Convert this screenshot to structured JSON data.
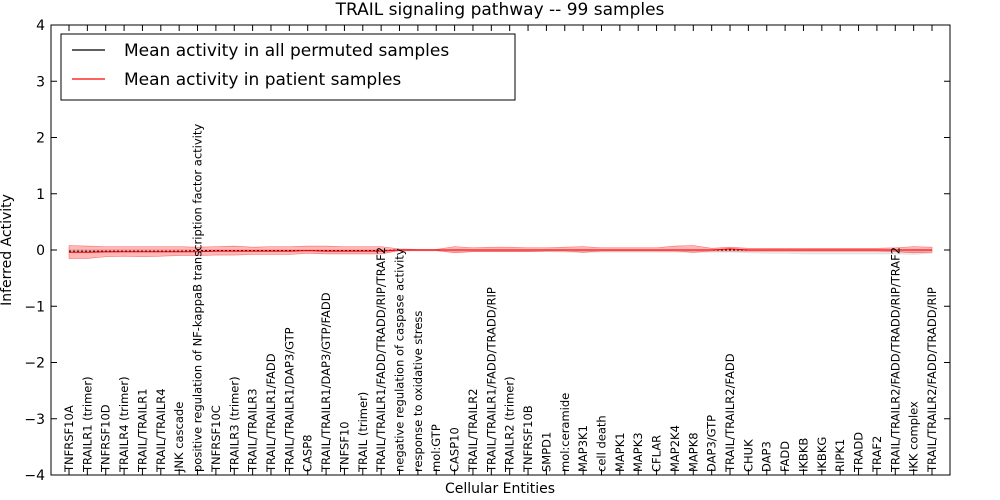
{
  "chart_data": {
    "type": "line",
    "title": "TRAIL signaling pathway -- 99 samples",
    "xlabel": "Cellular Entities",
    "ylabel": "Inferred Activity",
    "ylim": [
      -4,
      4
    ],
    "yticks": [
      -4,
      -3,
      -2,
      -1,
      0,
      1,
      2,
      3,
      4
    ],
    "grid": false,
    "legend_position": "top-left",
    "categories": [
      "TNFRSF10A",
      "TRAILR1 (trimer)",
      "TNFRSF10D",
      "TRAILR4 (trimer)",
      "TRAIL/TRAILR1",
      "TRAIL/TRAILR4",
      "JNK cascade",
      "positive regulation of NF-kappaB transcription factor activity",
      "TNFRSF10C",
      "TRAILR3 (trimer)",
      "TRAIL/TRAILR3",
      "TRAIL/TRAILR1/FADD",
      "TRAIL/TRAILR1/DAP3/GTP",
      "CASP8",
      "TRAIL/TRAILR1/DAP3/GTP/FADD",
      "TNFSF10",
      "TRAIL (trimer)",
      "TRAIL/TRAILR1/FADD/TRADD/RIP/TRAF2",
      "negative regulation of caspase activity",
      "response to oxidative stress",
      "mol:GTP",
      "CASP10",
      "TRAIL/TRAILR2",
      "TRAIL/TRAILR1/FADD/TRADD/RIP",
      "TRAILR2 (trimer)",
      "TNFRSF10B",
      "SMPD1",
      "mol:ceramide",
      "MAP3K1",
      "cell death",
      "MAPK1",
      "MAPK3",
      "CFLAR",
      "MAP2K4",
      "MAPK8",
      "DAP3/GTP",
      "TRAIL/TRAILR2/FADD",
      "CHUK",
      "DAP3",
      "FADD",
      "IKBKB",
      "IKBKG",
      "RIPK1",
      "TRADD",
      "TRAF2",
      "TRAIL/TRAILR2/FADD/TRADD/RIP/TRAF2",
      "IKK complex",
      "TRAIL/TRAILR2/FADD/TRADD/RIP"
    ],
    "series": [
      {
        "name": "Mean activity in all permuted samples",
        "color": "#000000",
        "values": [
          -0.02,
          -0.02,
          -0.02,
          -0.02,
          -0.02,
          -0.02,
          -0.02,
          -0.01,
          -0.01,
          -0.01,
          -0.01,
          -0.01,
          -0.01,
          -0.01,
          -0.01,
          -0.01,
          -0.01,
          -0.01,
          0,
          0,
          0,
          0,
          0,
          0,
          0,
          0,
          0,
          0,
          0,
          0,
          0,
          0,
          0,
          0,
          0,
          0,
          0,
          0,
          0,
          0,
          0,
          0,
          0,
          0,
          0,
          0,
          0,
          0
        ],
        "band_lower": [
          -0.05,
          -0.05,
          -0.05,
          -0.04,
          -0.04,
          -0.04,
          -0.04,
          -0.03,
          -0.03,
          -0.03,
          -0.03,
          -0.03,
          -0.03,
          -0.03,
          -0.03,
          -0.03,
          -0.03,
          -0.03,
          -0.02,
          -0.02,
          -0.02,
          -0.03,
          -0.03,
          -0.03,
          -0.03,
          -0.03,
          -0.03,
          -0.04,
          -0.05,
          -0.04,
          -0.04,
          -0.04,
          -0.04,
          -0.04,
          -0.05,
          -0.04,
          -0.04,
          -0.05,
          -0.06,
          -0.06,
          -0.07,
          -0.07,
          -0.07,
          -0.07,
          -0.07,
          -0.07,
          -0.08,
          -0.06
        ],
        "band_upper": [
          0.01,
          0.01,
          0.01,
          0.01,
          0.01,
          0.01,
          0.01,
          0.01,
          0.01,
          0.01,
          0.01,
          0.01,
          0.01,
          0.01,
          0.01,
          0.01,
          0.01,
          0.01,
          0.01,
          0.01,
          0.01,
          0.01,
          0.01,
          0.01,
          0.01,
          0.01,
          0.01,
          0.01,
          0.01,
          0.01,
          0.01,
          0.01,
          0.01,
          0.01,
          0.01,
          0.01,
          0.01,
          0.01,
          0.01,
          0.01,
          0.01,
          0.01,
          0.01,
          0.01,
          0.01,
          0.01,
          0.01,
          0.01
        ]
      },
      {
        "name": "Mean activity in patient samples",
        "color": "#ff0000",
        "values": [
          -0.04,
          -0.04,
          -0.03,
          -0.03,
          -0.03,
          -0.03,
          -0.03,
          -0.03,
          -0.02,
          -0.02,
          -0.02,
          -0.02,
          -0.02,
          -0.01,
          -0.02,
          -0.02,
          -0.02,
          -0.02,
          0,
          0,
          0,
          0,
          0,
          0,
          0,
          0,
          0,
          0,
          0,
          0,
          0,
          0,
          0,
          0,
          0,
          0,
          0.02,
          0,
          0,
          0,
          0,
          0,
          0,
          0,
          0,
          0,
          0,
          0
        ],
        "band_lower": [
          -0.15,
          -0.15,
          -0.12,
          -0.11,
          -0.12,
          -0.11,
          -0.1,
          -0.1,
          -0.09,
          -0.09,
          -0.08,
          -0.08,
          -0.08,
          -0.06,
          -0.07,
          -0.07,
          -0.07,
          -0.07,
          -0.01,
          -0.01,
          -0.01,
          -0.05,
          -0.03,
          -0.03,
          -0.03,
          -0.03,
          -0.02,
          -0.02,
          -0.04,
          -0.02,
          -0.02,
          -0.02,
          -0.02,
          -0.02,
          -0.04,
          -0.02,
          -0.02,
          -0.02,
          -0.02,
          -0.02,
          -0.02,
          -0.02,
          -0.02,
          -0.02,
          -0.02,
          -0.03,
          -0.05,
          -0.04
        ],
        "band_upper": [
          0.08,
          0.07,
          0.06,
          0.06,
          0.06,
          0.06,
          0.06,
          0.05,
          0.06,
          0.07,
          0.05,
          0.06,
          0.06,
          0.07,
          0.07,
          0.06,
          0.06,
          0.06,
          0.02,
          0.01,
          0.01,
          0.06,
          0.04,
          0.05,
          0.05,
          0.04,
          0.04,
          0.05,
          0.06,
          0.04,
          0.04,
          0.04,
          0.04,
          0.07,
          0.08,
          0.03,
          0.05,
          0.03,
          0.03,
          0.03,
          0.03,
          0.03,
          0.03,
          0.03,
          0.03,
          0.04,
          0.06,
          0.05
        ]
      }
    ]
  }
}
